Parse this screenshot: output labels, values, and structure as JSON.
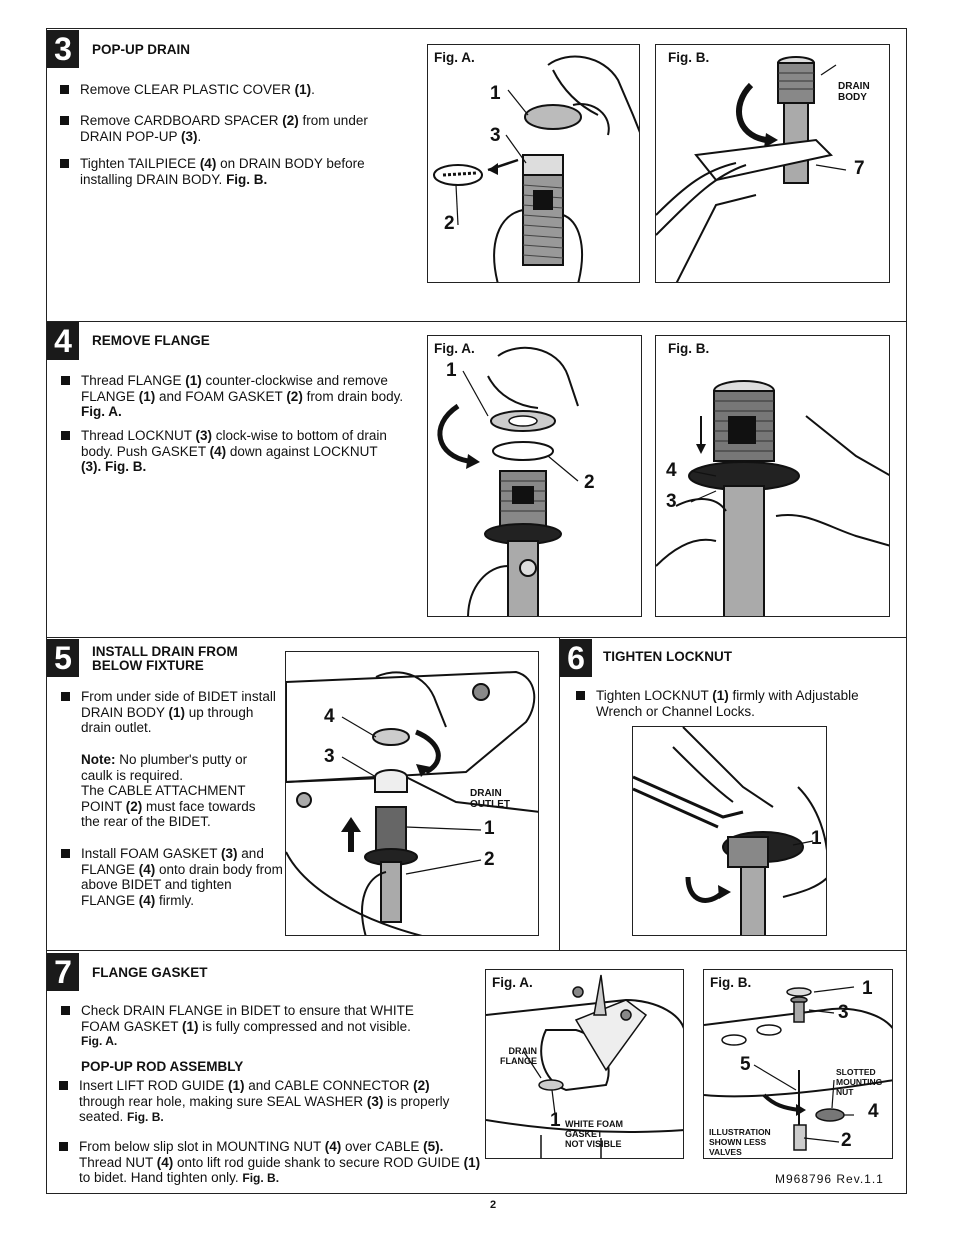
{
  "step3": {
    "number": "3",
    "title": "POP-UP DRAIN",
    "b1": {
      "t1": "Remove CLEAR PLASTIC COVER ",
      "n1": "(1)",
      "t2": "."
    },
    "b2": {
      "t1": "Remove CARDBOARD SPACER ",
      "n1": "(2)",
      "t2": " from under DRAIN POP-UP ",
      "n2": "(3)",
      "t3": "."
    },
    "b3": {
      "t1": "Tighten TAILPIECE ",
      "n1": "(4)",
      "t2": " on DRAIN BODY before installing DRAIN BODY. ",
      "fig": "Fig. B."
    },
    "figA": {
      "label": "Fig. A.",
      "c1": "1",
      "c2": "2",
      "c3": "3"
    },
    "figB": {
      "label": "Fig. B.",
      "drain_body_1": "DRAIN",
      "drain_body_2": "BODY",
      "c7": "7"
    }
  },
  "step4": {
    "number": "4",
    "title": "REMOVE FLANGE",
    "b1": {
      "t1": "Thread FLANGE ",
      "n1": "(1)",
      "t2": " counter-clockwise and remove FLANGE ",
      "n2": "(1)",
      "t3": " and FOAM GASKET ",
      "n3": "(2)",
      "t4": " from drain body. ",
      "fig": "Fig. A."
    },
    "b2": {
      "t1": "Thread LOCKNUT ",
      "n1": "(3)",
      "t2": " clock-wise to bottom of drain body. Push GASKET ",
      "n2": "(4)",
      "t3": " down against LOCKNUT ",
      "n3": "(3)",
      "fig": ". Fig. B."
    },
    "figA": {
      "label": "Fig. A.",
      "c1": "1",
      "c2": "2"
    },
    "figB": {
      "label": "Fig. B.",
      "c3": "3",
      "c4": "4"
    }
  },
  "step5": {
    "number": "5",
    "title1": "INSTALL DRAIN FROM",
    "title2": "BELOW FIXTURE",
    "b1": {
      "t1": "From under side of BIDET install DRAIN BODY ",
      "n1": "(1)",
      "t2": " up through drain outlet."
    },
    "note_label": "Note:",
    "note_text": " No plumber's putty or caulk is required.",
    "note2": {
      "t1": "The CABLE ATTACHMENT POINT ",
      "n1": "(2)",
      "t2": " must face towards the rear of the BIDET."
    },
    "b2": {
      "t1": "Install FOAM GASKET ",
      "n1": "(3)",
      "t2": " and FLANGE ",
      "n2": "(4)",
      "t3": " onto drain body from above BIDET and tighten FLANGE ",
      "n3": "(4)",
      "t4": " firmly."
    },
    "fig": {
      "c1": "1",
      "c2": "2",
      "c3": "3",
      "c4": "4",
      "outlet1": "DRAIN",
      "outlet2": "OUTLET"
    }
  },
  "step6": {
    "number": "6",
    "title": "TIGHTEN LOCKNUT",
    "b1": {
      "t1": "Tighten LOCKNUT ",
      "n1": "(1)",
      "t2": " firmly with Adjustable Wrench or Channel Locks."
    },
    "fig": {
      "c1": "1"
    }
  },
  "step7": {
    "number": "7",
    "title": "FLANGE GASKET",
    "b1": {
      "t1": "Check DRAIN FLANGE in BIDET to ensure that WHITE FOAM GASKET ",
      "n1": "(1)",
      "t2": " is fully compressed and not visible.",
      "fig": "Fig. A."
    },
    "subtitle": "POP-UP ROD ASSEMBLY",
    "b2": {
      "t1": "Insert LIFT ROD GUIDE ",
      "n1": "(1)",
      "t2": " and CABLE CONNECTOR ",
      "n2": "(2)",
      "t3": " through rear hole, making sure SEAL WASHER ",
      "n3": "(3)",
      "t4": " is properly seated. ",
      "fig": "Fig. B."
    },
    "b3": {
      "t1": "From below slip slot in MOUNTING NUT ",
      "n1": "(4)",
      "t2": " over CABLE ",
      "n2": "(5).",
      "t3": " Thread NUT ",
      "n3": "(4)",
      "t4": " onto lift rod guide shank to secure ROD GUIDE ",
      "n4": "(1)",
      "t5": " to bidet. Hand tighten only. ",
      "fig": "Fig. B."
    },
    "figA": {
      "label": "Fig. A.",
      "flange1": "DRAIN",
      "flange2": "FLANGE",
      "c1": "1",
      "gasket1": "WHITE FOAM",
      "gasket2": "GASKET",
      "gasket3": "NOT VISIBLE"
    },
    "figB": {
      "label": "Fig. B.",
      "c1": "1",
      "c2": "2",
      "c3": "3",
      "c4": "4",
      "c5": "5",
      "slot1": "SLOTTED",
      "slot2": "MOUNTING",
      "slot3": "NUT",
      "ill1": "ILLUSTRATION",
      "ill2": "SHOWN LESS",
      "ill3": "VALVES"
    }
  },
  "footer": {
    "code": "M968796 Rev.1.1",
    "page": "2"
  }
}
